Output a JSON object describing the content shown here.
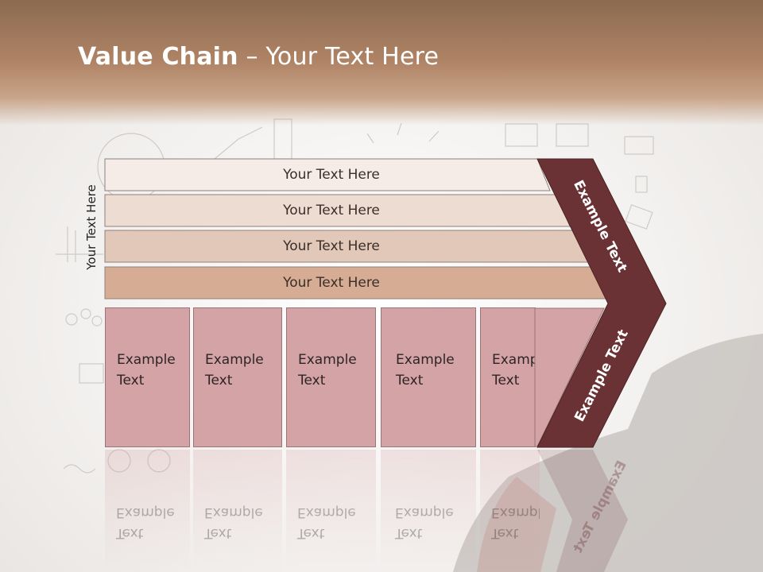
{
  "title": {
    "bold": "Value Chain",
    "rest": " – Your Text Here"
  },
  "side_label": "Your Text Here",
  "rows": [
    {
      "label": "Your Text Here",
      "fill": "#f5ece7"
    },
    {
      "label": "Your Text Here",
      "fill": "#ecdcd2"
    },
    {
      "label": "Your Text Here",
      "fill": "#e2c8b9"
    },
    {
      "label": "Your Text Here",
      "fill": "#d6ac94"
    }
  ],
  "columns": [
    {
      "line1": "Example",
      "line2": "Text"
    },
    {
      "line1": "Example",
      "line2": "Text"
    },
    {
      "line1": "Example",
      "line2": "Text"
    },
    {
      "line1": "Example",
      "line2": "Text"
    },
    {
      "line1": "Example",
      "line2": "Text"
    }
  ],
  "chevron": {
    "top_label": "Example Text",
    "bottom_label": "Example Text",
    "color": "#6b3235"
  },
  "colors": {
    "header": "#a87c5f",
    "column_fill": "#d4a3a5",
    "column_border": "#9c7476"
  }
}
